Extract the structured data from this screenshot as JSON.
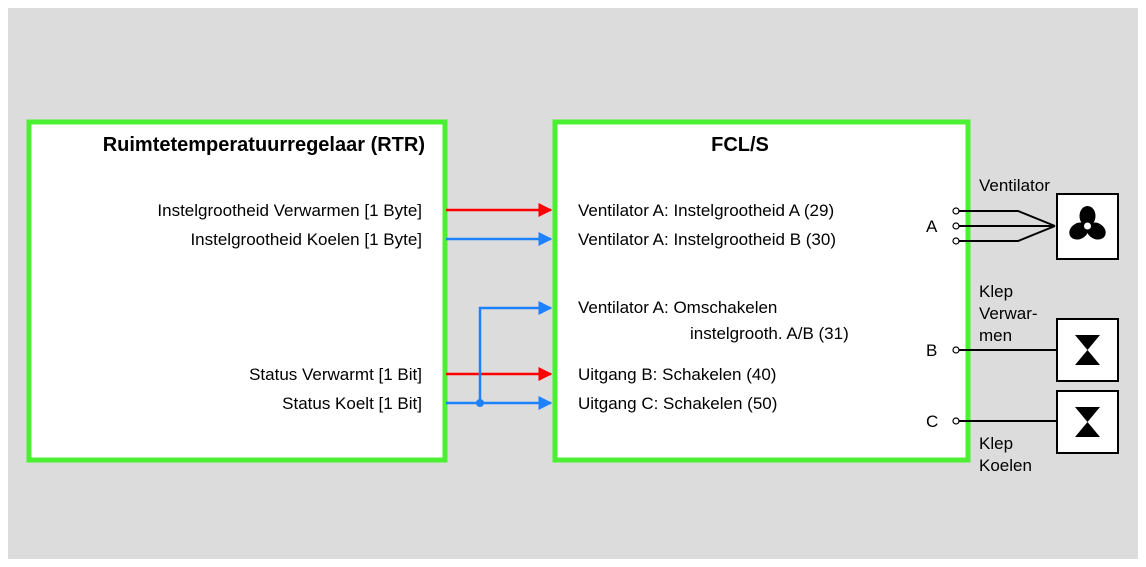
{
  "colors": {
    "background": "#dcdcdc",
    "frame": "#ffffff",
    "box_border": "#4cf032",
    "heating_line": "#ff0000",
    "cooling_line": "#1e82ff",
    "black": "#000000"
  },
  "rtr": {
    "title": "Ruimtetemperatuurregelaar (RTR)",
    "outputs": {
      "heat_setpoint": "Instelgrootheid Verwarmen [1 Byte]",
      "cool_setpoint": "Instelgrootheid Koelen [1 Byte]",
      "status_heating": "Status Verwarmt [1 Bit]",
      "status_cooling": "Status Koelt [1 Bit]"
    }
  },
  "fcl": {
    "title": "FCL/S",
    "inputs": {
      "fan_a_setpoint_a": "Ventilator A: Instelgrootheid A (29)",
      "fan_a_setpoint_b": "Ventilator A: Instelgrootheid B (30)",
      "fan_a_switch_line1": "Ventilator A: Omschakelen",
      "fan_a_switch_line2": "instelgrooth. A/B (31)",
      "output_b_switch": "Uitgang B: Schakelen (40)",
      "output_c_switch": "Uitgang C: Schakelen (50)"
    },
    "terminals": {
      "a": "A",
      "b": "B",
      "c": "C"
    }
  },
  "devices": {
    "fan_label": "Ventilator",
    "fan_icon": "fan-icon",
    "valve_heating_line1": "Klep",
    "valve_heating_line2": "Verwar-",
    "valve_heating_line3": "men",
    "valve_cooling_line1": "Klep",
    "valve_cooling_line2": "Koelen",
    "valve_icon": "valve-icon"
  }
}
